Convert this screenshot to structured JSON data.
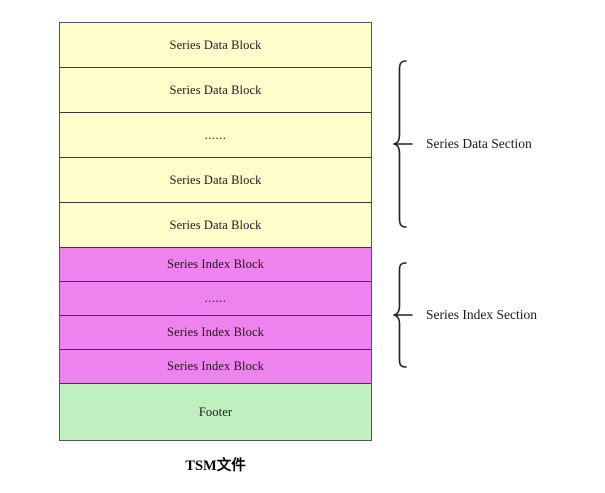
{
  "diagram": {
    "caption": "TSM文件",
    "stack": {
      "blocks": [
        {
          "label": "Series Data Block",
          "kind": "data"
        },
        {
          "label": "Series Data Block",
          "kind": "data"
        },
        {
          "label": "......",
          "kind": "data"
        },
        {
          "label": "Series Data Block",
          "kind": "data"
        },
        {
          "label": "Series Data Block",
          "kind": "data"
        },
        {
          "label": "Series Index Block",
          "kind": "index"
        },
        {
          "label": "......",
          "kind": "index"
        },
        {
          "label": "Series Index Block",
          "kind": "index"
        },
        {
          "label": "Series Index Block",
          "kind": "index"
        },
        {
          "label": "Footer",
          "kind": "footer"
        }
      ]
    },
    "sections": [
      {
        "label": "Series Data Section"
      },
      {
        "label": "Series Index Section"
      }
    ],
    "colors": {
      "data_block": "#ffffcc",
      "index_block": "#ee82ee",
      "footer_block": "#c0f0c0",
      "outline": "#555555",
      "divider": "#3a3a3a",
      "text": "#1a1a1a"
    }
  }
}
